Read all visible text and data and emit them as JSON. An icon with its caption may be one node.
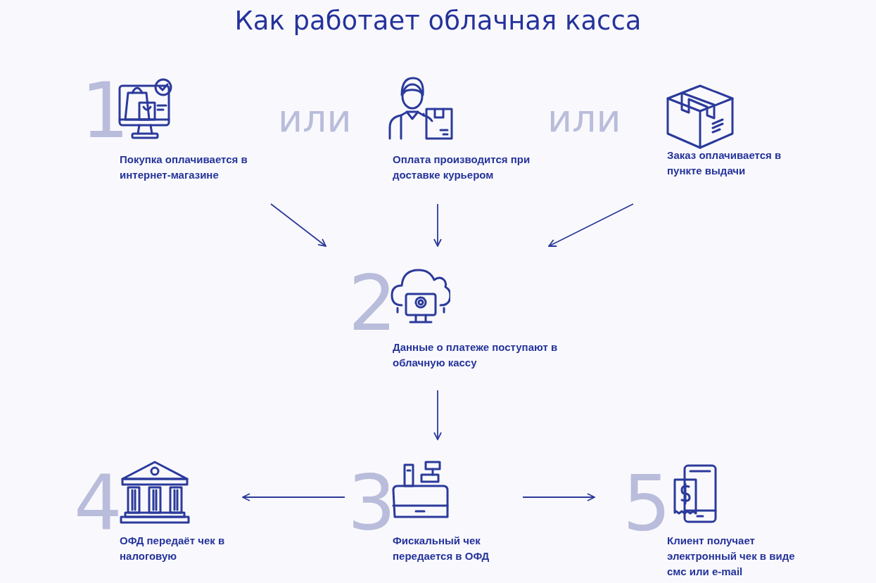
{
  "diagram": {
    "title": "Как работает облачная касса",
    "nodes": [
      {
        "text": [
          "Покупка оплачивается в интернет-магазине"
        ],
        "beside": [
          "1"
        ]
      },
      {
        "text": [
          "Оплата производится при доставке курьером"
        ]
      },
      {
        "text": [
          "Заказ оплачивается в пункте выдачи"
        ]
      },
      {
        "text": [
          "Данные о платеже поступают в облачную кассу"
        ],
        "beside": [
          "2"
        ]
      },
      {
        "text": [
          "ОФД передаёт чек в налоговую"
        ],
        "beside": [
          "4"
        ]
      },
      {
        "text": [
          "Фискальный чек передается в ОФД"
        ],
        "beside": [
          "3"
        ]
      },
      {
        "text": [
          "Клиент получает электронный чек в виде смс или e-mail"
        ],
        "beside": [
          "5"
        ]
      }
    ],
    "edges": [
      {
        "from": 0,
        "to": 3,
        "arrow": "to"
      },
      {
        "from": 1,
        "to": 3,
        "arrow": "to"
      },
      {
        "from": 2,
        "to": 3,
        "arrow": "to"
      },
      {
        "from": 3,
        "to": 5,
        "arrow": "to"
      },
      {
        "from": 5,
        "to": 4,
        "arrow": "to"
      },
      {
        "from": 5,
        "to": 6,
        "arrow": "to"
      }
    ],
    "labels": [
      "или",
      "или"
    ]
  }
}
